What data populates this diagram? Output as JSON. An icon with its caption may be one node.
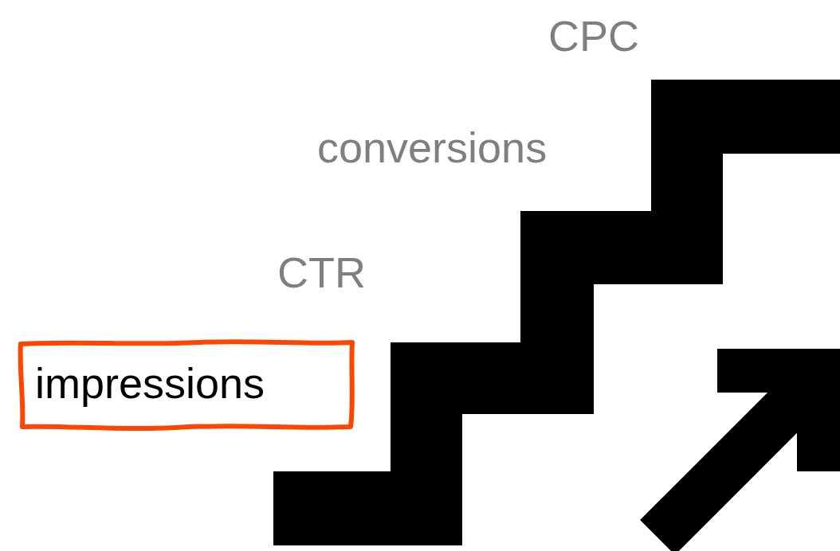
{
  "diagram": {
    "nodes": [
      {
        "text": [
          "impressions"
        ]
      }
    ],
    "labels": [
      "CPC",
      "conversions",
      "CTR"
    ]
  }
}
